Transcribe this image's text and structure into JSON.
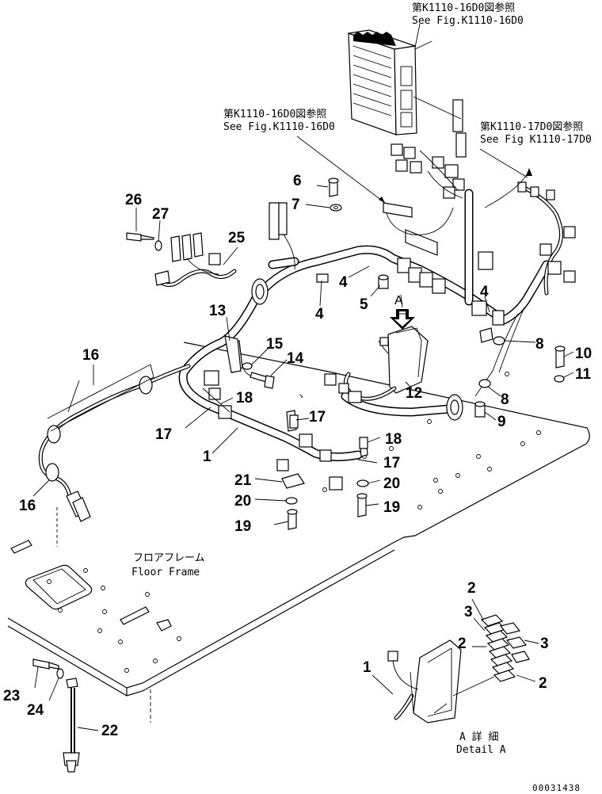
{
  "references": {
    "ref_top_jp": "第K1110-16D0図参照",
    "ref_top_en": "See Fig.K1110-16D0",
    "ref_mid_jp": "第K1110-16D0図参照",
    "ref_mid_en": "See Fig.K1110-16D0",
    "ref_right_jp": "第K1110-17D0図参照",
    "ref_right_en": "See Fig K1110-17D0"
  },
  "labels": {
    "floor_frame_jp": "フロアフレーム",
    "floor_frame_en": "Floor Frame",
    "detail_jp": "A 詳 細",
    "detail_en": "Detail A",
    "view_arrow": "A",
    "doc_number": "00031438"
  },
  "part_numbers": [
    "1",
    "2",
    "3",
    "4",
    "5",
    "6",
    "7",
    "8",
    "9",
    "10",
    "11",
    "12",
    "13",
    "14",
    "15",
    "16",
    "17",
    "18",
    "19",
    "20",
    "21",
    "22",
    "23",
    "24",
    "25",
    "26",
    "27"
  ]
}
